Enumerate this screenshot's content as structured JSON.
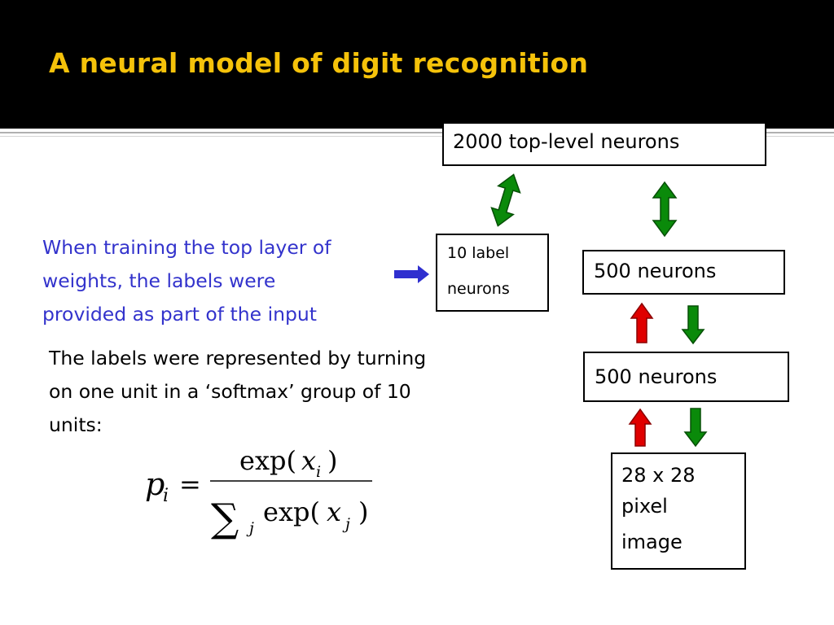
{
  "slide": {
    "title": "A neural model of digit recognition"
  },
  "note": {
    "lines": [
      "When training the top layer of",
      "weights, the labels were",
      "provided as part of the input"
    ]
  },
  "description": {
    "lines": [
      "The labels were represented by turning",
      "on one unit in a ‘softmax’ group of 10",
      "units:"
    ]
  },
  "formula": {
    "lhs_var": "p",
    "lhs_sub": "i",
    "equals": "=",
    "num_exp": "exp(",
    "num_var": "x",
    "num_sub": "i",
    "num_close": ")",
    "sum_symbol": "∑",
    "sum_sub": "j",
    "den_exp": "exp(",
    "den_var": "x",
    "den_sub": "j",
    "den_close": ")"
  },
  "boxes": {
    "top": "2000 top-level neurons",
    "label_line1": "10 label",
    "label_line2": "neurons",
    "hidden_upper": "500 neurons",
    "hidden_lower": "500 neurons",
    "image_line1": "28 x 28",
    "image_line2": "pixel",
    "image_line3": "image"
  },
  "colors": {
    "title": "#f5c20a",
    "note_text": "#3333cc",
    "arrow_green": "#0a8a0a",
    "arrow_red": "#e00000",
    "arrow_blue": "#2f2fcf"
  }
}
